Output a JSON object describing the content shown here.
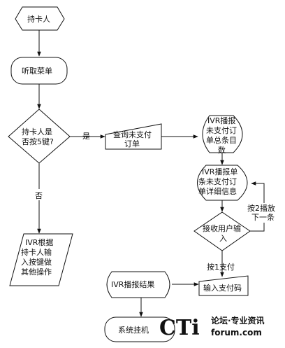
{
  "nodes": {
    "start": "持卡人",
    "listen_menu": "听取菜单",
    "decision_key5": [
      "持卡人是",
      "否按5键?"
    ],
    "query_unpaid": [
      "查询未支付",
      "订单"
    ],
    "ivr_total": [
      "IVR播报",
      "未支付订",
      "单总条目",
      "数"
    ],
    "ivr_detail": [
      "IVR播报单",
      "条未支付订",
      "单详细信息"
    ],
    "receive_input": [
      "接收用户输",
      "入"
    ],
    "ivr_other": [
      "IVR根据",
      "持卡人输",
      "入按键做",
      "其他操作"
    ],
    "ivr_result": "IVR播报结果",
    "input_paycode": "输入支付码",
    "hangup": "系统挂机"
  },
  "edges": {
    "yes": "是",
    "no": "否",
    "press2": [
      "按2播放",
      "下一条"
    ],
    "press1": "按1支付"
  },
  "watermark": {
    "logo": "CTi",
    "line1": "论坛·专业资讯",
    "line2": "forum.com"
  }
}
